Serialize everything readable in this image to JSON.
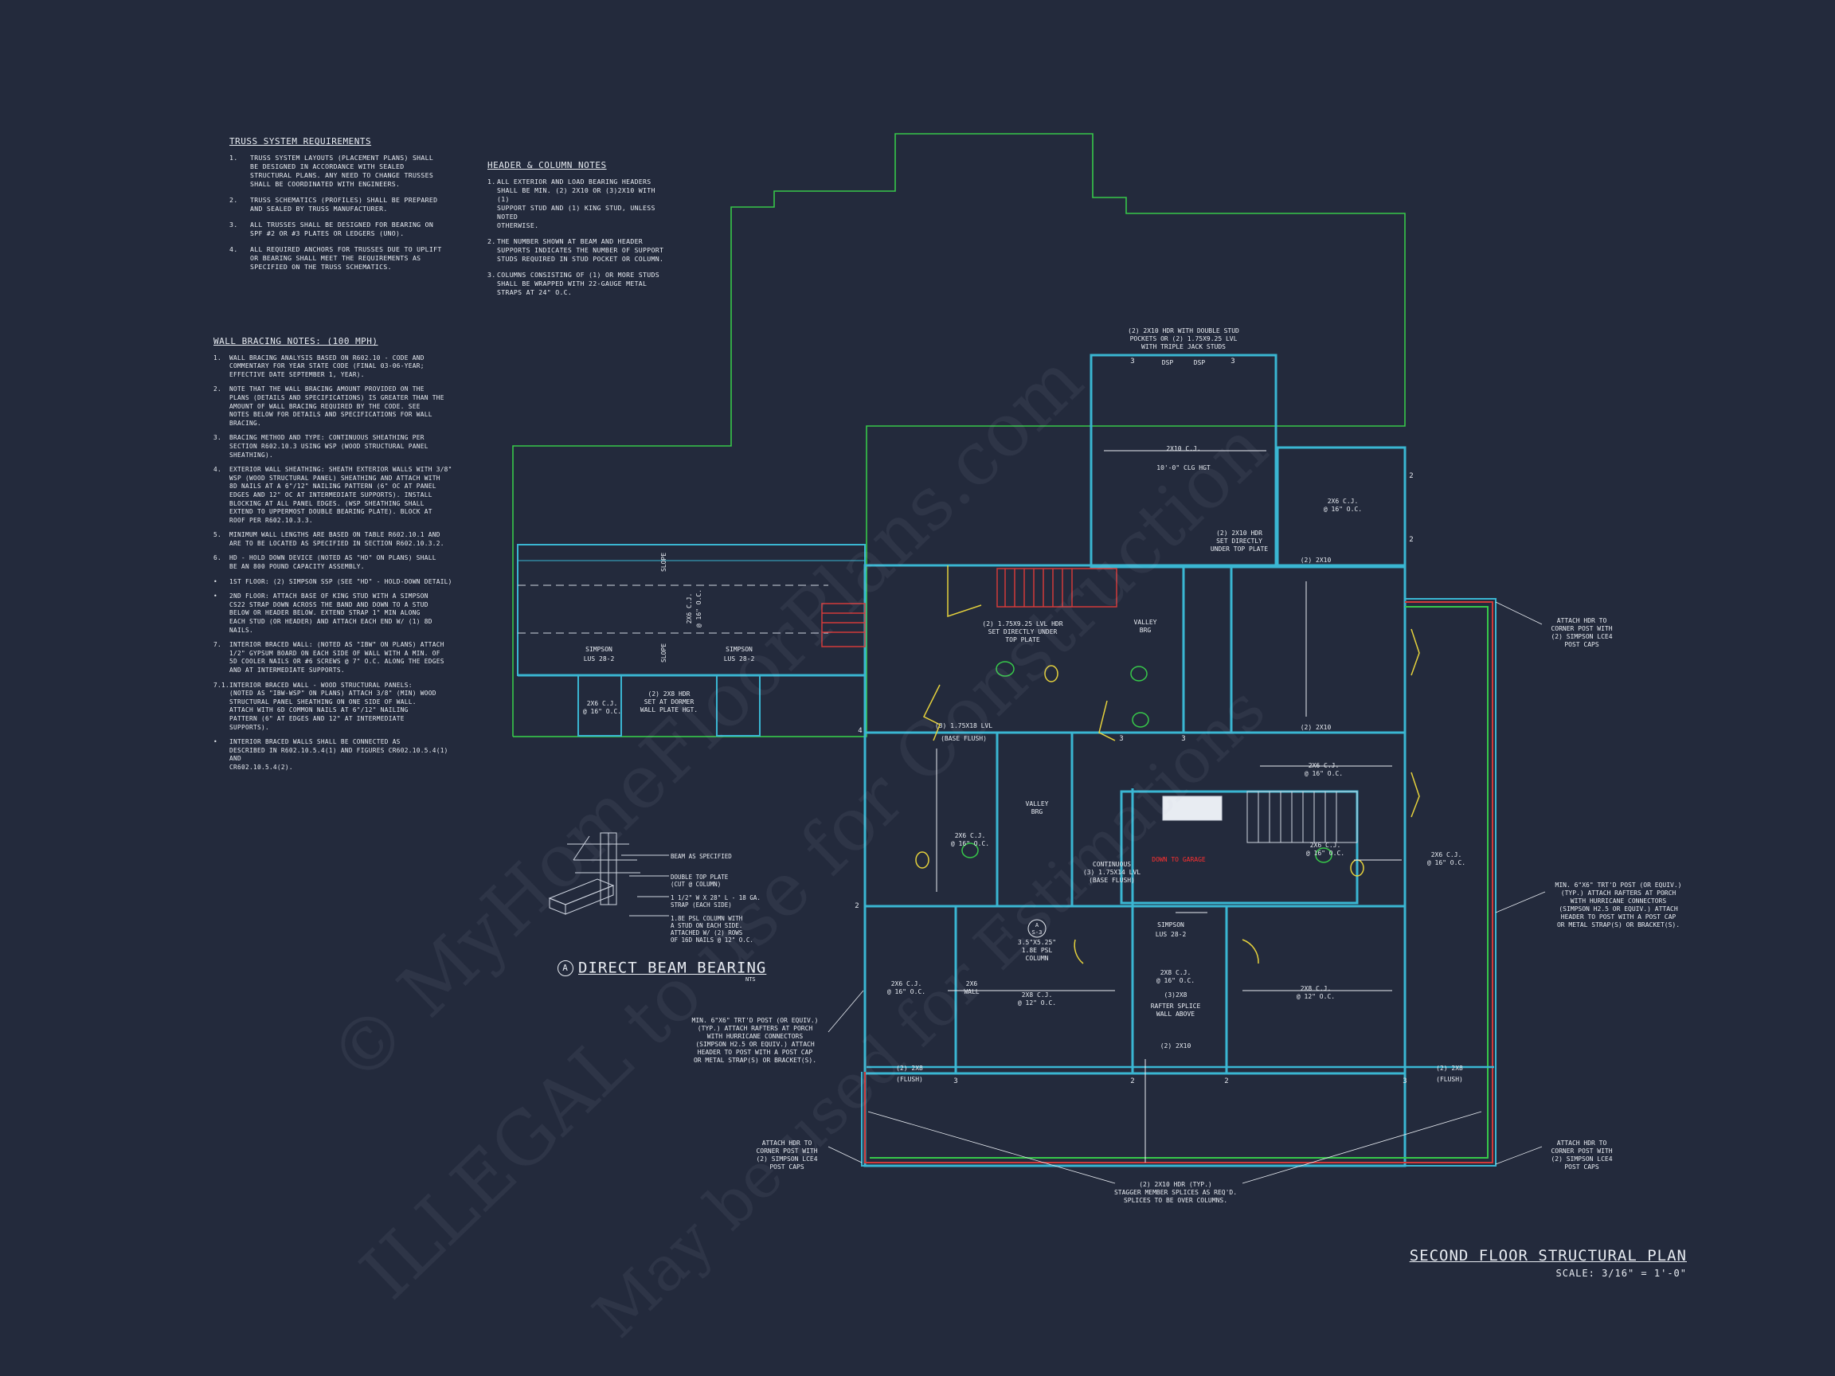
{
  "truss_notes": {
    "title": "TRUSS SYSTEM REQUIREMENTS",
    "items": [
      {
        "num": "1.",
        "text": "TRUSS SYSTEM LAYOUTS (PLACEMENT PLANS) SHALL\nBE DESIGNED IN ACCORDANCE WITH SEALED\nSTRUCTURAL PLANS. ANY NEED TO CHANGE TRUSSES\nSHALL BE COORDINATED WITH ENGINEERS."
      },
      {
        "num": "2.",
        "text": "TRUSS SCHEMATICS (PROFILES) SHALL BE PREPARED\nAND SEALED BY TRUSS MANUFACTURER."
      },
      {
        "num": "3.",
        "text": "ALL TRUSSES SHALL BE DESIGNED FOR BEARING ON\nSPF #2 OR #3 PLATES OR LEDGERS (UNO)."
      },
      {
        "num": "4.",
        "text": "ALL REQUIRED ANCHORS FOR TRUSSES DUE TO UPLIFT\nOR BEARING SHALL MEET THE REQUIREMENTS AS\nSPECIFIED ON THE TRUSS SCHEMATICS."
      }
    ]
  },
  "header_notes": {
    "title": "HEADER & COLUMN NOTES",
    "items": [
      {
        "num": "1.",
        "text": "ALL EXTERIOR AND LOAD BEARING HEADERS\nSHALL BE MIN. (2) 2x10 OR (3)2x10 WITH (1)\nSUPPORT STUD AND (1) KING STUD, UNLESS NOTED\nOTHERWISE."
      },
      {
        "num": "2.",
        "text": "THE NUMBER SHOWN AT BEAM AND HEADER\nSUPPORTS INDICATES THE NUMBER OF SUPPORT\nSTUDS REQUIRED IN STUD POCKET OR COLUMN."
      },
      {
        "num": "3.",
        "text": "COLUMNS CONSISTING OF (1) OR MORE STUDS\nSHALL BE WRAPPED WITH 22-GAUGE METAL\nSTRAPS AT 24\" O.C."
      }
    ]
  },
  "bracing_notes": {
    "title": "WALL BRACING NOTES: (100 MPH)",
    "items": [
      {
        "num": "1.",
        "text": "WALL BRACING ANALYSIS BASED ON R602.10 - CODE AND\nCOMMENTARY FOR YEAR STATE CODE (FINAL 03-06-YEAR;\nEFFECTIVE DATE SEPTEMBER 1, YEAR)."
      },
      {
        "num": "2.",
        "text": "NOTE THAT THE WALL BRACING AMOUNT PROVIDED ON THE\nPLANS (DETAILS AND SPECIFICATIONS) IS GREATER THAN THE\nAMOUNT OF WALL BRACING REQUIRED BY THE CODE. SEE\nNOTES BELOW FOR DETAILS AND SPECIFICATIONS FOR WALL\nBRACING."
      },
      {
        "num": "3.",
        "text": "BRACING METHOD AND TYPE: CONTINUOUS SHEATHING PER\nSECTION R602.10.3 USING WSP (WOOD STRUCTURAL PANEL\nSHEATHING)."
      },
      {
        "num": "4.",
        "text": "EXTERIOR WALL SHEATHING: SHEATH EXTERIOR WALLS WITH 3/8\"\nWSP (WOOD STRUCTURAL PANEL) SHEATHING AND ATTACH WITH\n8d NAILS AT A 6\"/12\" NAILING PATTERN (6\" OC AT PANEL\nEDGES AND 12\" OC AT INTERMEDIATE SUPPORTS). INSTALL\nBLOCKING AT ALL PANEL EDGES. (WSP SHEATHING SHALL\nEXTEND TO UPPERMOST DOUBLE BEARING PLATE). BLOCK AT\nROOF PER R602.10.3.3."
      },
      {
        "num": "5.",
        "text": "MINIMUM WALL LENGTHS ARE BASED ON TABLE R602.10.1 AND\nARE TO BE LOCATED AS SPECIFIED IN SECTION R602.10.3.2."
      },
      {
        "num": "6.",
        "text": "HD - HOLD DOWN DEVICE (NOTED AS \"HD\" ON PLANS) SHALL\nBE AN 800 POUND CAPACITY ASSEMBLY."
      },
      {
        "num": "•",
        "text": "1ST FLOOR: (2) SIMPSON SSP (SEE \"HD\" - HOLD-DOWN DETAIL)"
      },
      {
        "num": "•",
        "text": "2ND FLOOR: ATTACH BASE OF KING STUD WITH A SIMPSON\nCS22 STRAP DOWN ACROSS THE BAND AND DOWN TO A STUD\nBELOW OR HEADER BELOW. EXTEND STRAP 1\" MIN ALONG\nEACH STUD (OR HEADER) AND ATTACH EACH END W/ (1) 8d\nNAILS."
      },
      {
        "num": "7.",
        "text": "INTERIOR BRACED WALL: (NOTED AS \"IBW\" ON PLANS) ATTACH\n1/2\" GYPSUM BOARD ON EACH SIDE OF WALL WITH A MIN. OF\n5d COOLER NAILS OR #6 SCREWS @ 7\" O.C. ALONG THE EDGES\nAND AT INTERMEDIATE SUPPORTS."
      },
      {
        "num": "7.1.",
        "text": "INTERIOR BRACED WALL - WOOD STRUCTURAL PANELS:\n(NOTED AS \"IBW-WSP\" ON PLANS) ATTACH 3/8\" (MIN) WOOD\nSTRUCTURAL PANEL SHEATHING ON ONE SIDE OF WALL.\nATTACH WITH 6d COMMON NAILS AT 6\"/12\" NAILING\nPATTERN (6\" AT EDGES AND 12\" AT INTERMEDIATE\nSUPPORTS)."
      },
      {
        "num": "•",
        "text": "INTERIOR BRACED WALLS SHALL BE CONNECTED AS\nDESCRIBED IN R602.10.5.4(1) AND FIGURES CR602.10.5.4(1) AND\nCR602.10.5.4(2)."
      }
    ]
  },
  "plan_labels": {
    "dsp_header": [
      "(2) 2x10 HDR WITH DOUBLE STUD",
      "POCKETS OR (2) 1.75x9.25 LVL",
      "WITH TRIPLE JACK STUDS"
    ],
    "dsp": "DSP",
    "cj_2x10": "2x10 C.J.",
    "oc16": "@ 16\" O.C.",
    "oc12": "@ 12\" O.C.",
    "clg": "10'-0\" CLG HGT",
    "cj_2x6": "2x6 C.J.",
    "cj_2x8": "2x8 C.J.",
    "hdr_2x10": "(2) 2x10",
    "hdr_2x8": "(2) 2x8",
    "hdr_top_plate": [
      "(2) 2x10 HDR",
      "SET DIRECTLY",
      "UNDER TOP PLATE"
    ],
    "lvl_hdr": [
      "(2) 1.75x9.25 LVL HDR",
      "SET DIRECTLY UNDER",
      "TOP PLATE"
    ],
    "valley_brg": [
      "VALLEY",
      "BRG"
    ],
    "lvl_base_flush": [
      "(3) 1.75x18 LVL",
      "(BASE FLUSH)"
    ],
    "continuous": [
      "CONTINUOUS",
      "(3) 1.75x14 LVL",
      "(BASE FLUSH)"
    ],
    "simpson_lus": [
      "SIMPSON",
      "LUS 28-2"
    ],
    "dormer_hdr": [
      "(2) 2x8 HDR",
      "SET AT DORMER",
      "WALL PLATE HGT."
    ],
    "slope": "SLOPE",
    "wall_2x6": [
      "2x6",
      "WALL"
    ],
    "psl": [
      "3.5\"x5.25\"",
      "1.8E PSL",
      "COLUMN"
    ],
    "rafter_splice": [
      "(3)2x8",
      "RAFTER SPLICE",
      "WALL ABOVE"
    ],
    "flush": "(FLUSH)",
    "down_to": "DOWN TO GARAGE",
    "corner_post_right": [
      "ATTACH HDR TO",
      "CORNER POST WITH",
      "(2) SIMPSON LCE4",
      "POST CAPS"
    ],
    "porch_post_right": [
      "MIN. 6\"x6\" TRT'D POST (OR EQUIV.)",
      "(TYP.) ATTACH RAFTERS AT PORCH",
      "WITH HURRICANE CONNECTORS",
      "(SIMPSON H2.5 OR EQUIV.) ATTACH",
      "HEADER TO POST WITH A POST CAP",
      "OR METAL STRAP(S) OR BRACKET(S)."
    ],
    "porch_post_left": [
      "MIN. 6\"x6\" TRT'D POST (OR EQUIV.)",
      "(TYP.) ATTACH RAFTERS AT PORCH",
      "WITH HURRICANE CONNECTORS",
      "(SIMPSON H2.5 OR EQUIV.) ATTACH",
      "HEADER TO POST WITH A POST CAP",
      "OR METAL STRAP(S) OR BRACKET(S)."
    ],
    "porch_hdr": [
      "(2) 2x10 HDR (TYP.)",
      "STAGGER MEMBER SPLICES AS REQ'D.",
      "SPLICES TO BE OVER COLUMNS."
    ],
    "detail_a": "A",
    "detail_ref": "S-3",
    "stud_counts": [
      "2",
      "3",
      "4"
    ]
  },
  "detail": {
    "circle": "A",
    "title": "DIRECT BEAM BEARING",
    "nts": "NTS",
    "callouts": [
      "BEAM AS SPECIFIED",
      "DOUBLE TOP PLATE",
      "(CUT @ COLUMN)",
      "1 1/2\" W x 28\" L - 18 GA.",
      "STRAP (EACH SIDE)",
      "1.8E PSL COLUMN WITH",
      "A STUD ON EACH SIDE.",
      "ATTACHED W/ (2) ROWS",
      "OF 16d NAILS @ 12\" O.C."
    ]
  },
  "title_block": {
    "title": "SECOND FLOOR STRUCTURAL PLAN",
    "scale": "SCALE: 3/16\" = 1'-0\""
  },
  "watermark": {
    "line1": "© MyHomeFloorPlans.com",
    "line2": "ILLEGAL to use for Construction",
    "line3": "May be used for Estimations"
  },
  "colors": {
    "background": "#232a3c",
    "roof_outline": "#37c84a",
    "walls": "#3ab6d2",
    "stairs": "#d23a3a",
    "fixtures_yellow": "#e6d23c",
    "text": "#e8ecf2"
  }
}
